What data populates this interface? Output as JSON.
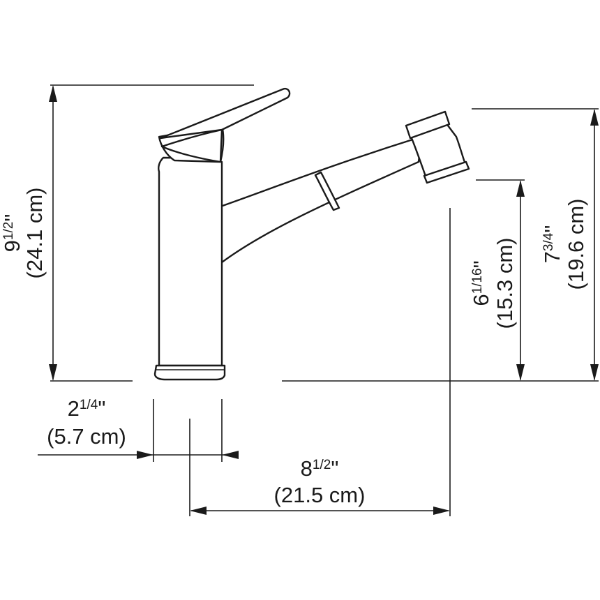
{
  "dimensions": {
    "overall_height": {
      "imperial_whole": "9",
      "imperial_frac": "1/2",
      "inch_mark": "\"",
      "metric": "(24.1 cm)"
    },
    "base_diameter": {
      "imperial_whole": "2",
      "imperial_frac": "1/4",
      "inch_mark": "\"",
      "metric": "(5.7 cm)"
    },
    "reach": {
      "imperial_whole": "8",
      "imperial_frac": "1/2",
      "inch_mark": "\"",
      "metric": "(21.5 cm)"
    },
    "spout_height": {
      "imperial_whole": "6",
      "imperial_frac": "1/16",
      "inch_mark": "\"",
      "metric": "(15.3 cm)"
    },
    "max_height": {
      "imperial_whole": "7",
      "imperial_frac": "3/4",
      "inch_mark": "\"",
      "metric": "(19.6 cm)"
    }
  },
  "colors": {
    "line": "#1a1a1a",
    "background": "#ffffff"
  }
}
